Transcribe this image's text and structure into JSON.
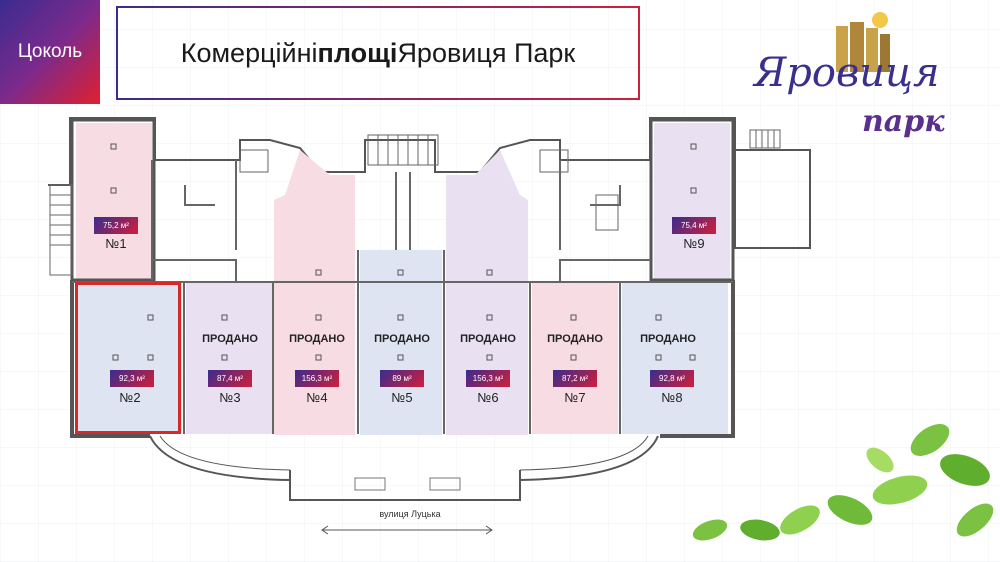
{
  "tag": "Цоколь",
  "title": {
    "part1": "Комерційні ",
    "bold": "площі",
    "part2": " Яровиця Парк"
  },
  "logo": {
    "line1": "Яровиця",
    "line2": "парк"
  },
  "units": [
    {
      "num": "№1",
      "area": "75,2 м²",
      "status": ""
    },
    {
      "num": "№2",
      "area": "92,3 м²",
      "status": ""
    },
    {
      "num": "№3",
      "area": "87,4 м²",
      "status": "ПРОДАНО"
    },
    {
      "num": "№4",
      "area": "156,3 м²",
      "status": "ПРОДАНО"
    },
    {
      "num": "№5",
      "area": "89 м²",
      "status": "ПРОДАНО"
    },
    {
      "num": "№6",
      "area": "156,3 м²",
      "status": "ПРОДАНО"
    },
    {
      "num": "№7",
      "area": "87,2 м²",
      "status": "ПРОДАНО"
    },
    {
      "num": "№8",
      "area": "92,8 м²",
      "status": "ПРОДАНО"
    },
    {
      "num": "№9",
      "area": "75,4 м²",
      "status": ""
    }
  ],
  "street": "вулиця Луцька",
  "colors": {
    "pink": "#f7dde3",
    "lavender": "#e9e1f2",
    "blue": "#dfe4f2",
    "accent_start": "#3a2c8f",
    "accent_end": "#d01f3a",
    "highlight": "#d42a2a"
  }
}
